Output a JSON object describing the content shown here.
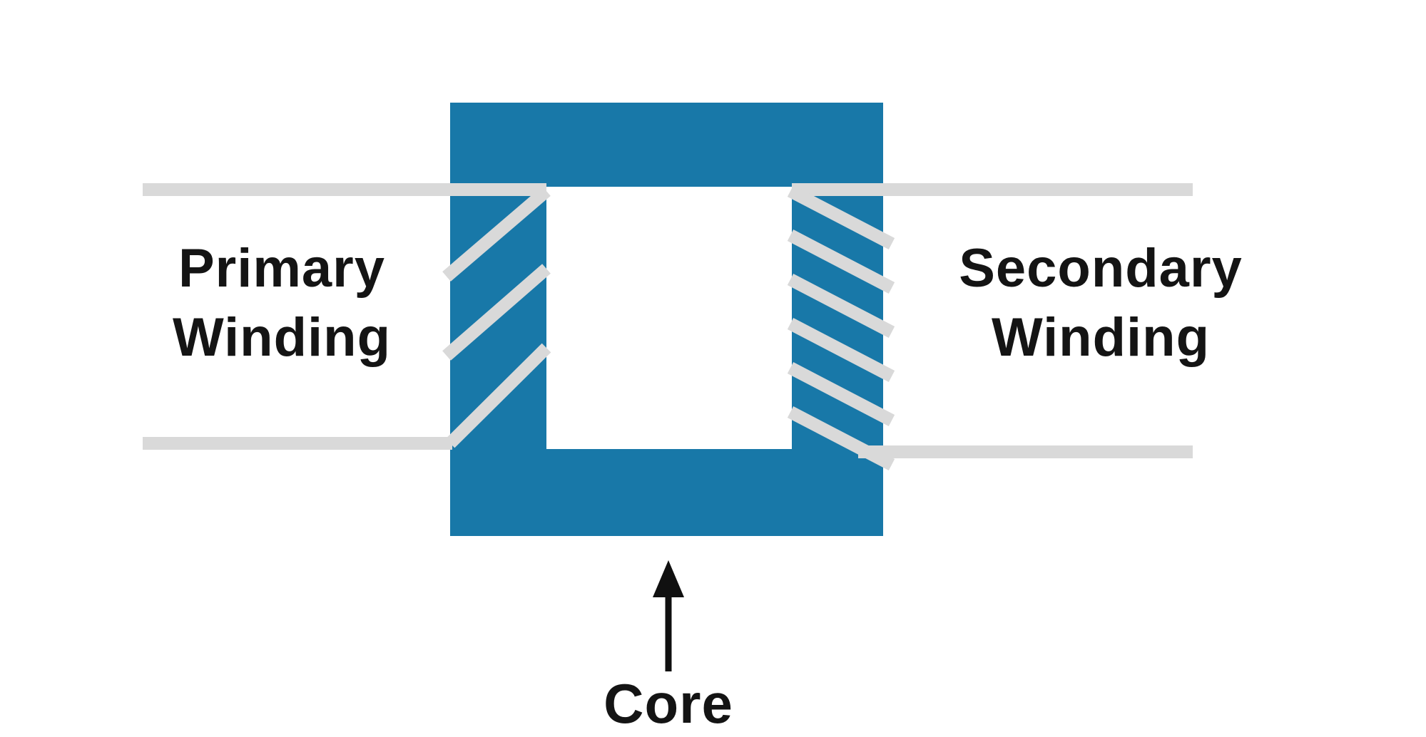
{
  "diagram": {
    "labels": {
      "primary_winding": "Primary Winding",
      "secondary_winding": "Secondary Winding",
      "core": "Core"
    },
    "colors": {
      "core_blue": "#1878A8",
      "wire_gray": "#D9D9D9",
      "arrow_black": "#101010",
      "text_black": "#141414",
      "background": "#FFFFFF"
    },
    "winding_turns": {
      "primary": 3,
      "secondary": 6
    }
  }
}
